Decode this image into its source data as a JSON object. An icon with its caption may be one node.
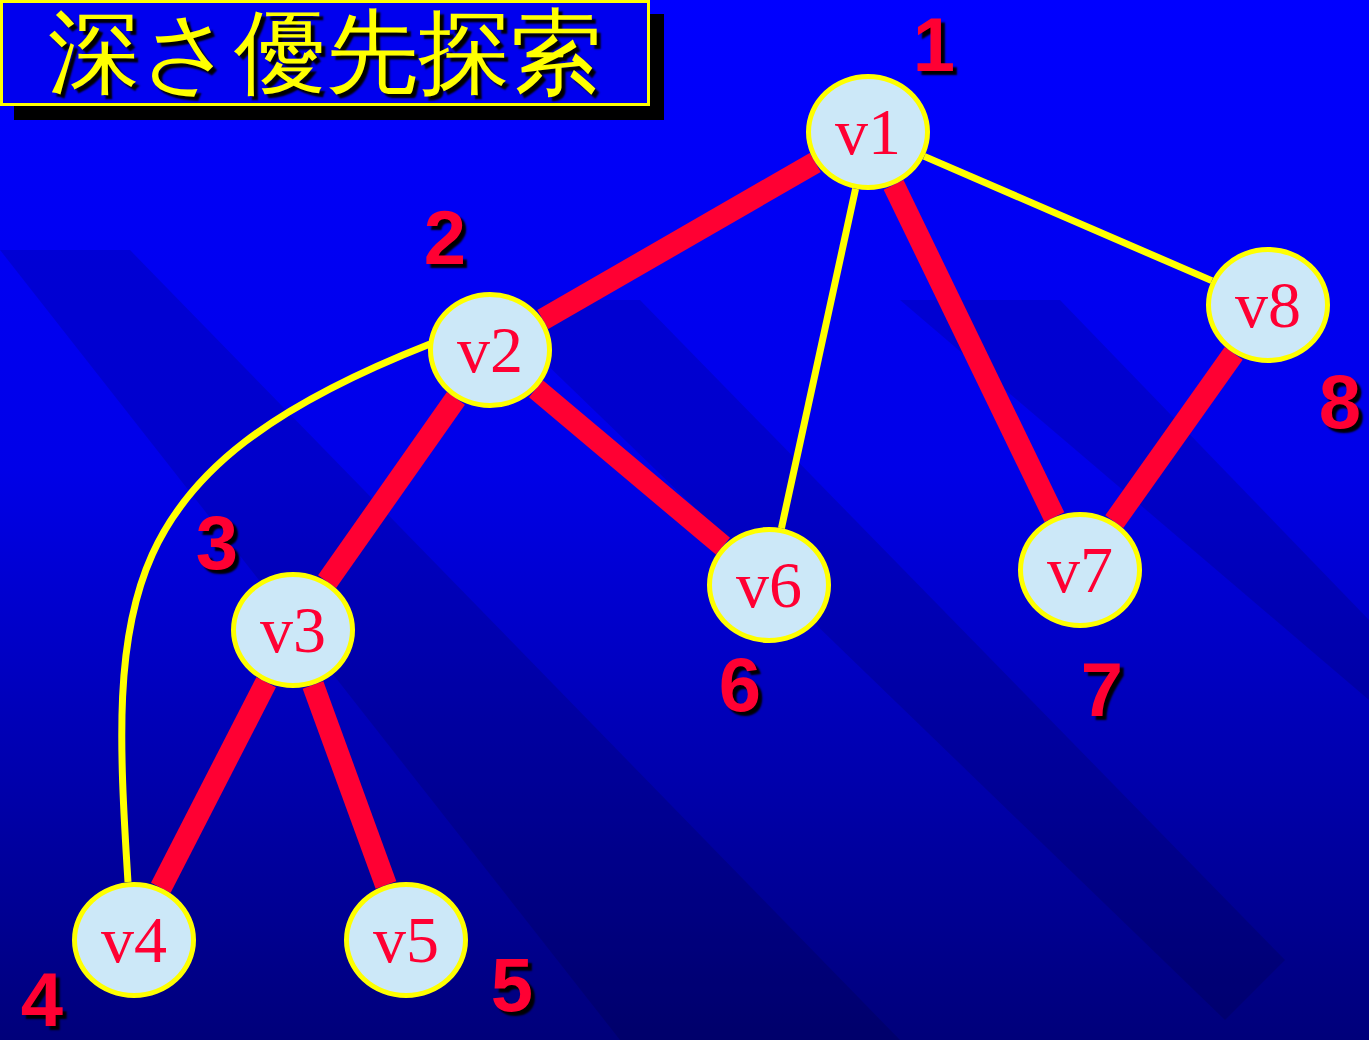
{
  "diagram": {
    "title": "深さ優先探索",
    "nodes": [
      {
        "text": [
          "v1"
        ],
        "beside": [
          "1"
        ]
      },
      {
        "text": [
          "v2"
        ],
        "beside": [
          "2"
        ]
      },
      {
        "text": [
          "v3"
        ],
        "beside": [
          "3"
        ]
      },
      {
        "text": [
          "v4"
        ],
        "beside": [
          "4"
        ]
      },
      {
        "text": [
          "v5"
        ],
        "beside": [
          "5"
        ]
      },
      {
        "text": [
          "v6"
        ],
        "beside": [
          "6"
        ]
      },
      {
        "text": [
          "v7"
        ],
        "beside": [
          "7"
        ]
      },
      {
        "text": [
          "v8"
        ],
        "beside": [
          "8"
        ]
      }
    ],
    "edges": [
      {
        "from": 0,
        "to": 1,
        "arrow": "none"
      },
      {
        "from": 0,
        "to": 5,
        "arrow": "none",
        "color": "#ffff00"
      },
      {
        "from": 0,
        "to": 6,
        "arrow": "none"
      },
      {
        "from": 0,
        "to": 7,
        "arrow": "none",
        "color": "#ffff00"
      },
      {
        "from": 1,
        "to": 3,
        "arrow": "none",
        "color": "#ffff00"
      },
      {
        "from": 1,
        "to": 2,
        "arrow": "none"
      },
      {
        "from": 1,
        "to": 5,
        "arrow": "none"
      },
      {
        "from": 2,
        "to": 3,
        "arrow": "none"
      },
      {
        "from": 2,
        "to": 4,
        "arrow": "none"
      },
      {
        "from": 6,
        "to": 7,
        "arrow": "none"
      }
    ]
  }
}
